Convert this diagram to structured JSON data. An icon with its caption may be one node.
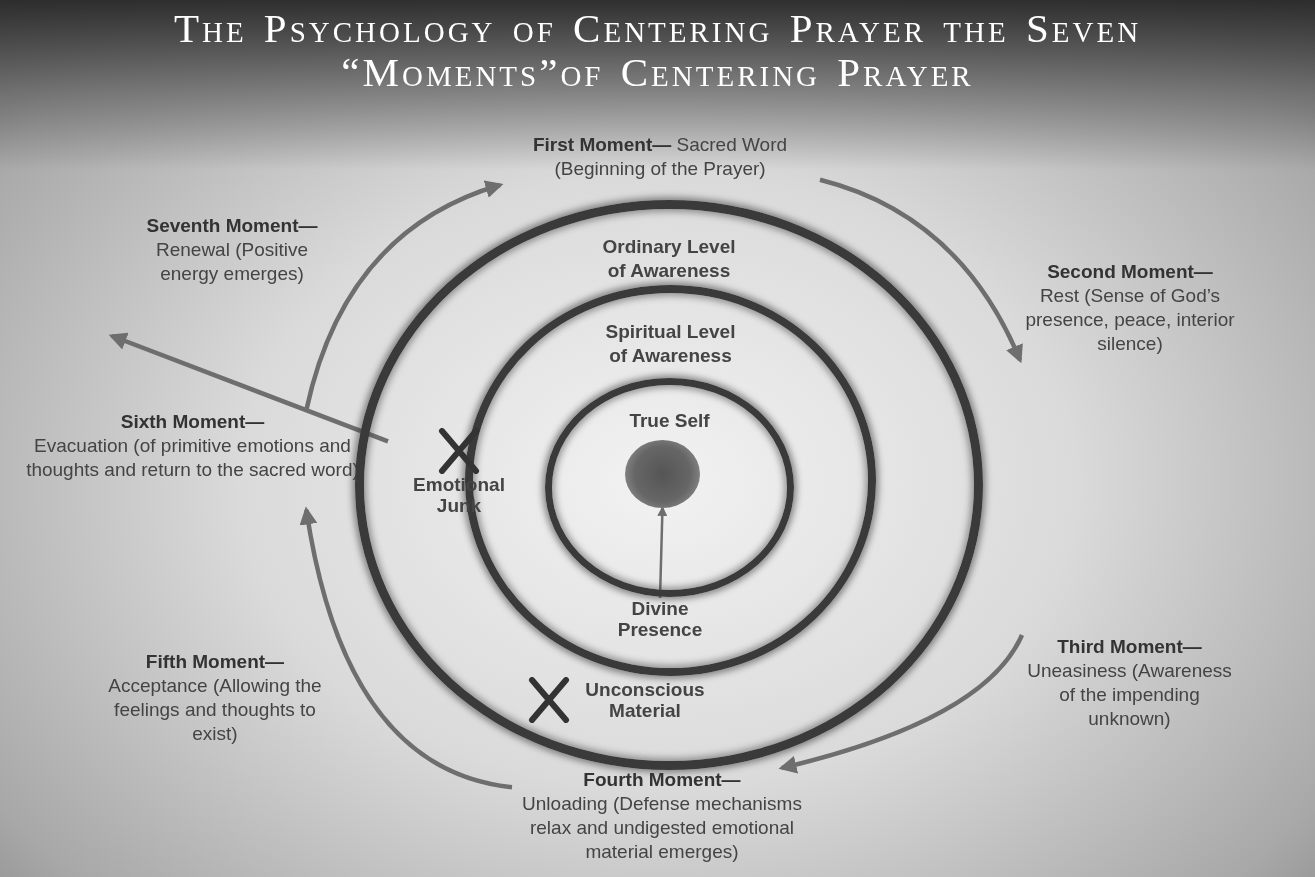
{
  "diagram": {
    "title": "The Psychology of Centering Prayer the Seven “Moments”of Centering Prayer",
    "nodes": [
      {
        "text": [
          "First Moment—",
          "Sacred Word (Beginning of the Prayer)"
        ]
      },
      {
        "text": [
          "Second Moment—",
          "Rest (Sense of God’s presence, peace, interior silence)"
        ]
      },
      {
        "text": [
          "Third Moment—",
          "Uneasiness (Awareness of the impending unknown)"
        ]
      },
      {
        "text": [
          "Fourth Moment—",
          "Unloading (Defense mechanisms relax and undigested emotional material emerges)"
        ]
      },
      {
        "text": [
          "Fifth Moment—",
          "Acceptance (Allowing the feelings and thoughts to exist)"
        ]
      },
      {
        "text": [
          "Sixth Moment—",
          "Evacuation (of primitive emotions and thoughts and return to the sacred word)"
        ]
      },
      {
        "text": [
          "Seventh Moment—",
          "Renewal (Positive energy emerges)"
        ]
      },
      {
        "text": [
          "Ordinary Level of Awareness"
        ]
      },
      {
        "text": [
          "Spiritual Level of Awareness"
        ],
        "in": 7
      },
      {
        "text": [
          "True Self"
        ],
        "in": 8
      },
      {
        "text": [],
        "shape": "circle",
        "in": 9
      },
      {
        "text": [
          "Emotional Junk"
        ],
        "in": 7
      },
      {
        "text": [
          "Divine Presence"
        ],
        "in": 8
      },
      {
        "text": [
          "Unconscious Material"
        ],
        "in": 7
      }
    ],
    "edges": [
      {
        "from": 0,
        "to": 1,
        "arrow": "to"
      },
      {
        "from": 2,
        "to": 3,
        "arrow": "to"
      },
      {
        "from": 3,
        "to": 5,
        "arrow": "to"
      },
      {
        "from": 5,
        "to": 0,
        "arrow": "to"
      },
      {
        "from": 11,
        "to": null,
        "arrow": "to"
      },
      {
        "from": 12,
        "to": 10,
        "arrow": "to"
      }
    ]
  }
}
